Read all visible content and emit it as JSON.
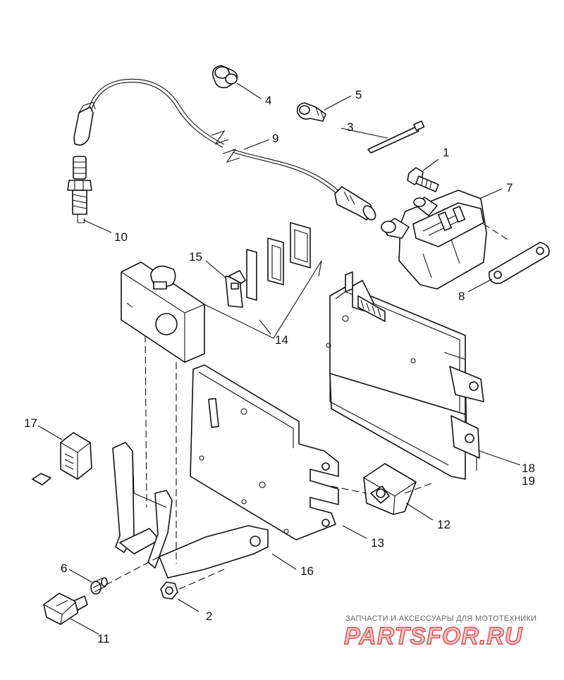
{
  "diagram": {
    "callouts": [
      {
        "id": "c1",
        "text": "1"
      },
      {
        "id": "c2",
        "text": "2"
      },
      {
        "id": "c3",
        "text": "3"
      },
      {
        "id": "c4",
        "text": "4"
      },
      {
        "id": "c5",
        "text": "5"
      },
      {
        "id": "c6",
        "text": "6"
      },
      {
        "id": "c7",
        "text": "7"
      },
      {
        "id": "c8",
        "text": "8"
      },
      {
        "id": "c9",
        "text": "9"
      },
      {
        "id": "c10",
        "text": "10"
      },
      {
        "id": "c11",
        "text": "11"
      },
      {
        "id": "c12",
        "text": "12"
      },
      {
        "id": "c13",
        "text": "13"
      },
      {
        "id": "c14",
        "text": "14"
      },
      {
        "id": "c15",
        "text": "15"
      },
      {
        "id": "c16",
        "text": "16"
      },
      {
        "id": "c17",
        "text": "17"
      },
      {
        "id": "c18",
        "text": "18"
      },
      {
        "id": "c19",
        "text": "19"
      }
    ]
  },
  "watermark": {
    "subtitle": "ЗАПЧАСТИ И АКСЕССУАРЫ ДЛЯ МОТОТЕХНИКИ",
    "brand": "PARTSFOR.RU"
  }
}
